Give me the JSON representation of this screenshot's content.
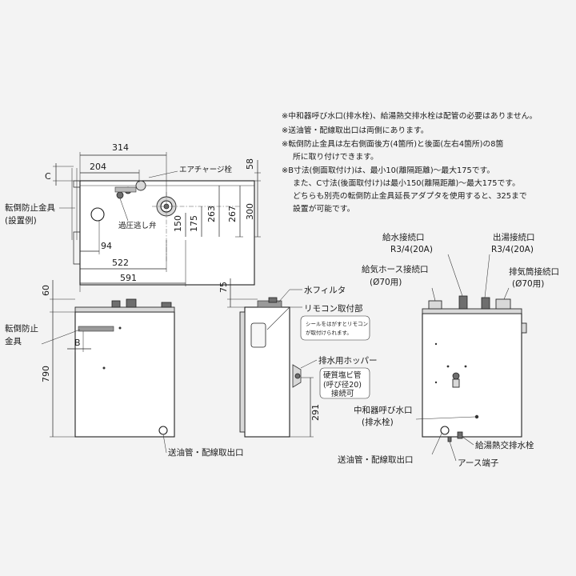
{
  "notes": [
    "※中和器呼び水口(排水栓)、給湯熱交排水栓は配管の必要はありません。",
    "※送油管・配線取出口は両側にあります。",
    "※転倒防止金具は左右側面後方(4箇所)と後面(左右4箇所)の8箇",
    "所に取り付けできます。",
    "※B寸法(側面取付け)は、最小10(離隔距離)～最大175です。",
    "また、C寸法(後面取付け)は最小150(離隔距離)～最大175です。",
    "どちらも別売の転倒防止金具延長アダプタを使用すると、325まで",
    "設置が可能です。"
  ],
  "top_view": {
    "dims": [
      "314",
      "204",
      "C",
      "58",
      "300",
      "267",
      "263",
      "175",
      "150",
      "94",
      "522",
      "591"
    ],
    "air_charge_label": "エアチャージ栓",
    "relief_valve_label": "過圧逃し弁",
    "anchor_label_1": "転倒防止金具",
    "anchor_label_2": "(設置例)"
  },
  "front_view": {
    "dims": [
      "60",
      "790",
      "B"
    ],
    "anchor_label_1": "転倒防止",
    "anchor_label_2": "金具",
    "outlet_label": "送油管・配線取出口"
  },
  "side_view": {
    "dims": [
      "75",
      "291"
    ],
    "water_filter": "水フィルタ",
    "remote_mount": "リモコン取付部",
    "seal_note_1": "シールをはがすとリモコン",
    "seal_note_2": "が取付けられます。",
    "hopper": "排水用ホッパー",
    "pvc_1": "硬質塩ビ管",
    "pvc_2": "(呼び径20)",
    "pvc_3": "接続可"
  },
  "rear_view": {
    "water_supply_1": "給水接続口",
    "water_supply_2": "R3/4(20A)",
    "hot_outlet_1": "出湯接続口",
    "hot_outlet_2": "R3/4(20A)",
    "air_hose_1": "給気ホース接続口",
    "air_hose_2": "(Ø70用)",
    "exhaust_1": "排気筒接続口",
    "exhaust_2": "(Ø70用)",
    "neutralizer_1": "中和器呼び水口",
    "neutralizer_2": "(排水栓)",
    "hx_drain": "給湯熱交排水栓",
    "outlet_label": "送油管・配線取出口",
    "ground": "アース端子"
  }
}
